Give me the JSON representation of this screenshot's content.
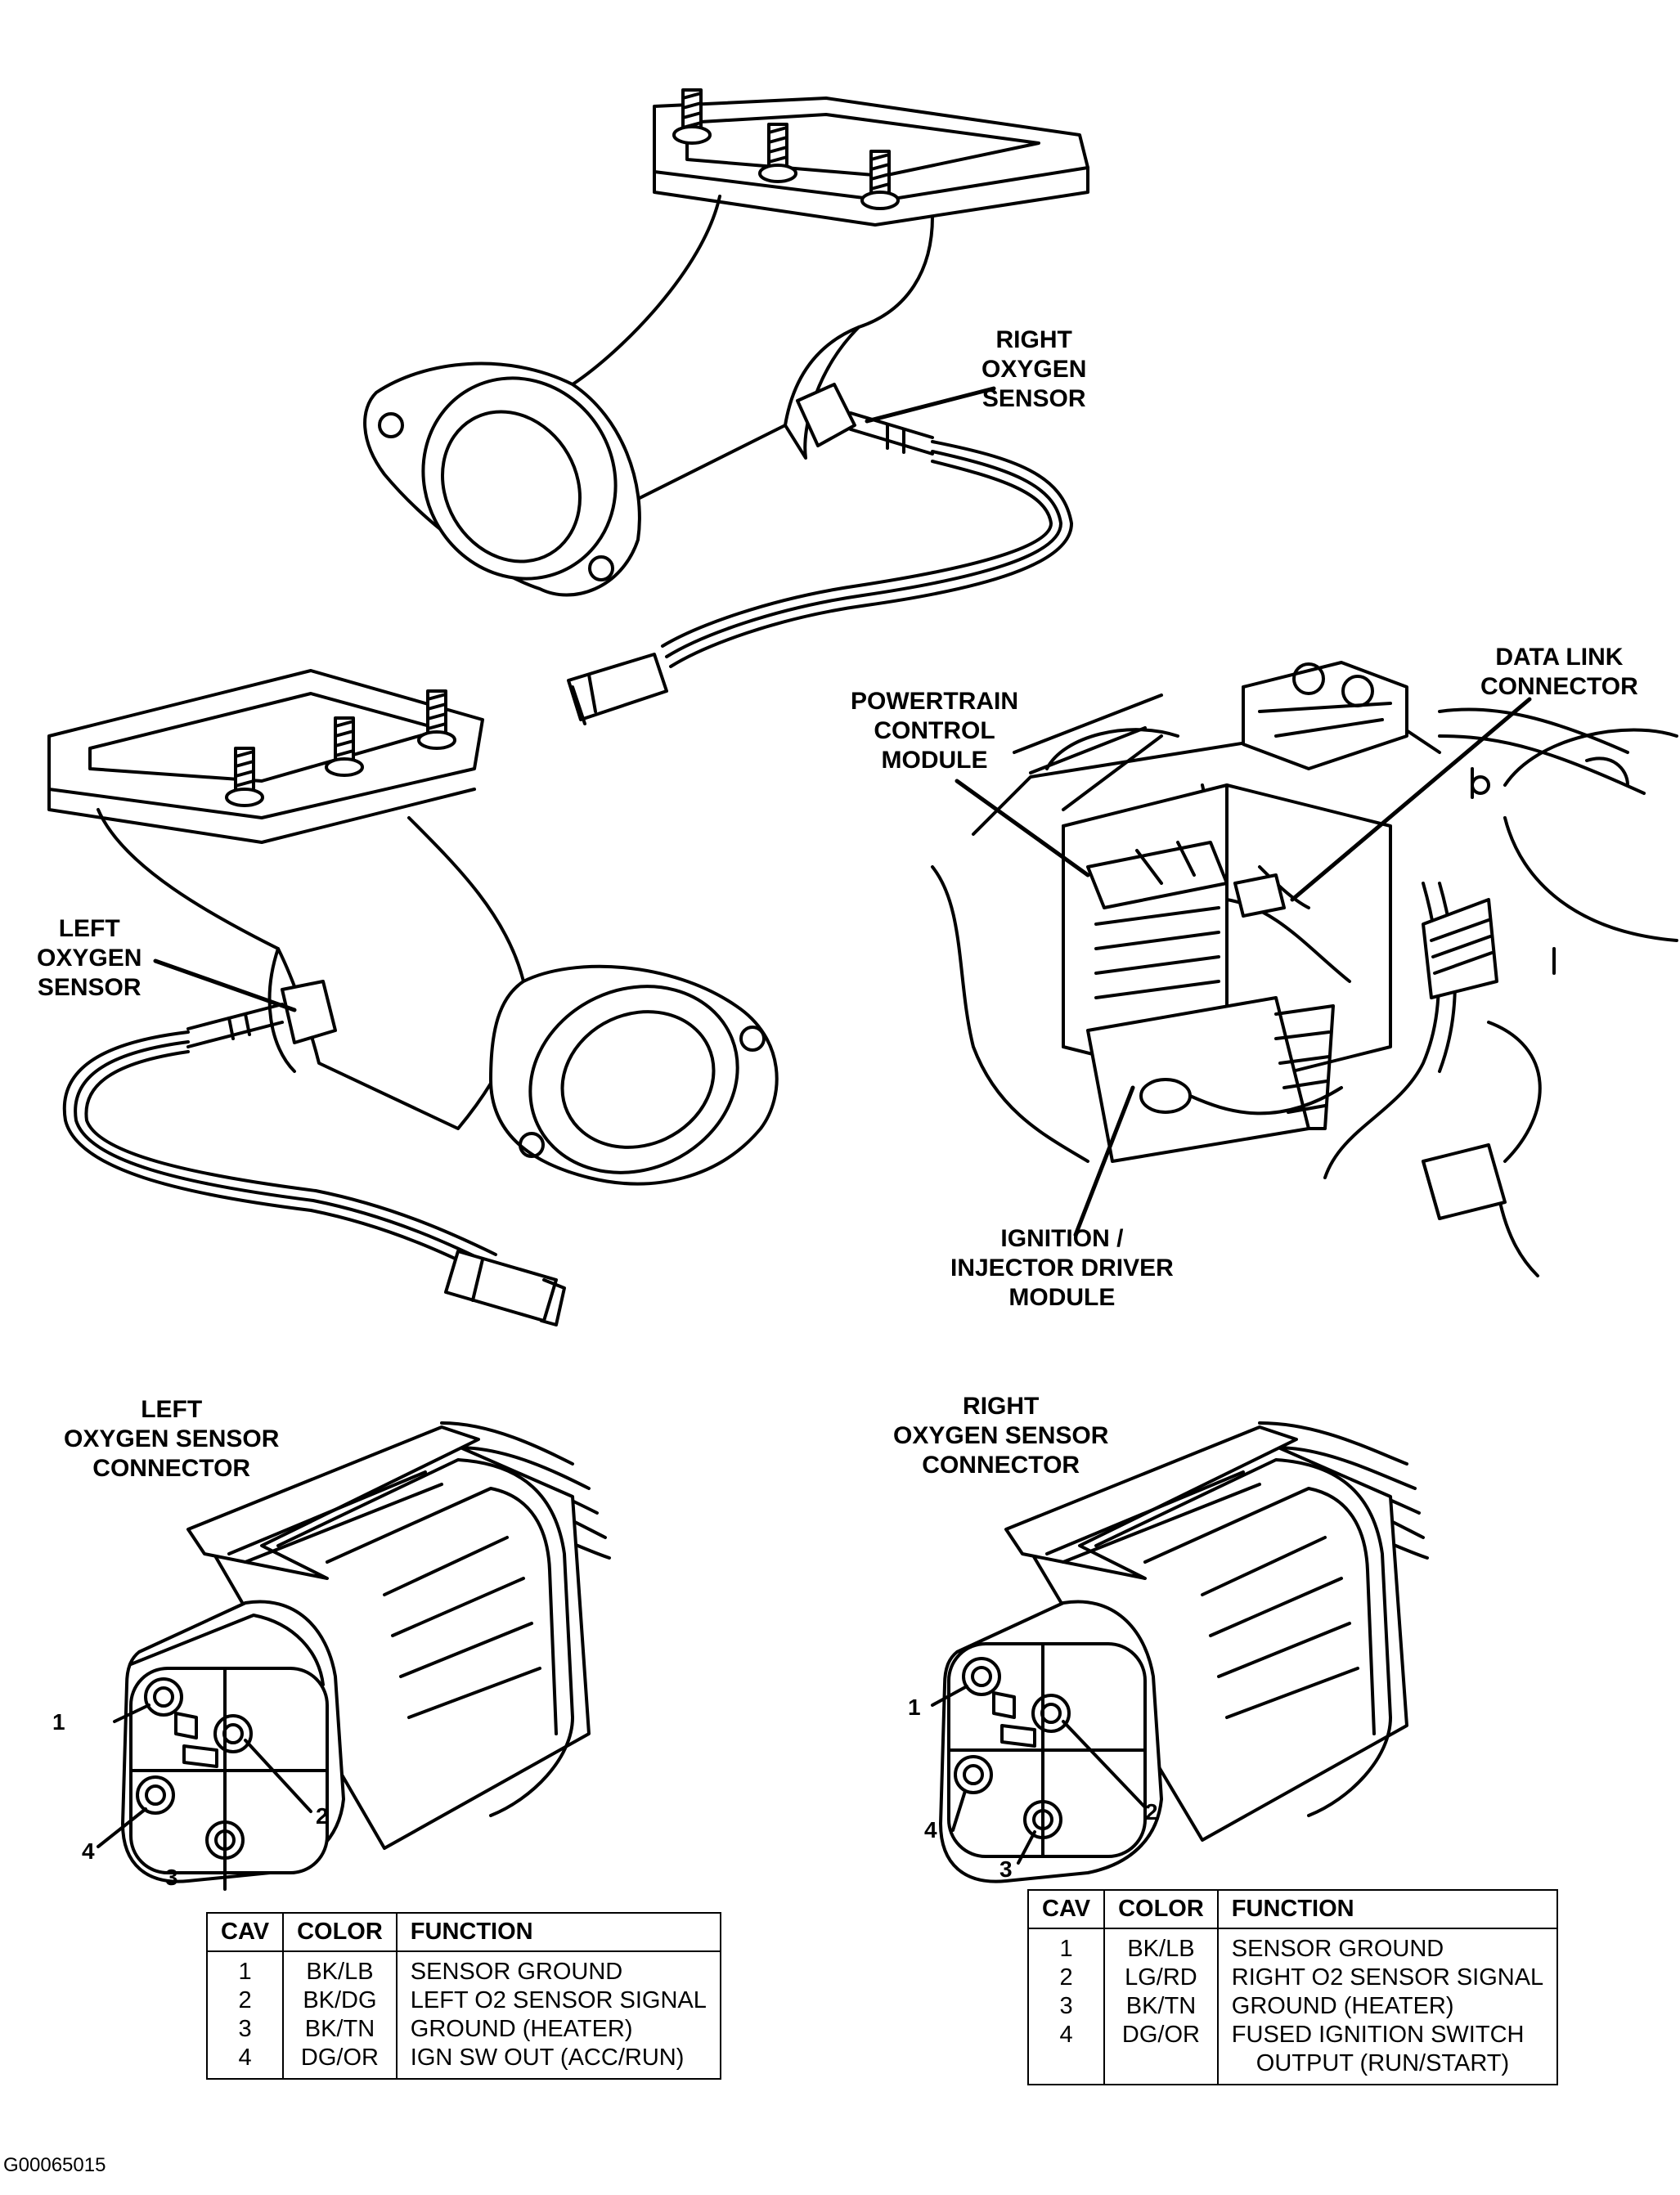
{
  "labels": {
    "right_oxygen_sensor": [
      "RIGHT",
      "OXYGEN",
      "SENSOR"
    ],
    "left_oxygen_sensor": [
      "LEFT",
      "OXYGEN",
      "SENSOR"
    ],
    "powertrain_control_module": [
      "POWERTRAIN",
      "CONTROL",
      "MODULE"
    ],
    "data_link_connector": [
      "DATA LINK",
      "CONNECTOR"
    ],
    "ignition_injector_driver_module": [
      "IGNITION /",
      "INJECTOR DRIVER",
      "MODULE"
    ],
    "left_connector_title": [
      "LEFT",
      "OXYGEN SENSOR",
      "CONNECTOR"
    ],
    "right_connector_title": [
      "RIGHT",
      "OXYGEN SENSOR",
      "CONNECTOR"
    ]
  },
  "cavity_callouts": [
    "1",
    "2",
    "3",
    "4"
  ],
  "left_table": {
    "headers": [
      "CAV",
      "COLOR",
      "FUNCTION"
    ],
    "rows": [
      [
        "1",
        "BK/LB",
        "SENSOR GROUND"
      ],
      [
        "2",
        "BK/DG",
        "LEFT O2 SENSOR SIGNAL"
      ],
      [
        "3",
        "BK/TN",
        "GROUND (HEATER)"
      ],
      [
        "4",
        "DG/OR",
        "IGN SW OUT (ACC/RUN)"
      ]
    ]
  },
  "right_table": {
    "headers": [
      "CAV",
      "COLOR",
      "FUNCTION"
    ],
    "rows": [
      [
        "1",
        "BK/LB",
        "SENSOR GROUND"
      ],
      [
        "2",
        "LG/RD",
        "RIGHT O2 SENSOR SIGNAL"
      ],
      [
        "3",
        "BK/TN",
        "GROUND (HEATER)"
      ],
      [
        "4",
        "DG/OR",
        "FUSED IGNITION SWITCH"
      ],
      [
        "",
        "",
        "OUTPUT (RUN/START)"
      ]
    ]
  },
  "figure_id": "G00065015"
}
